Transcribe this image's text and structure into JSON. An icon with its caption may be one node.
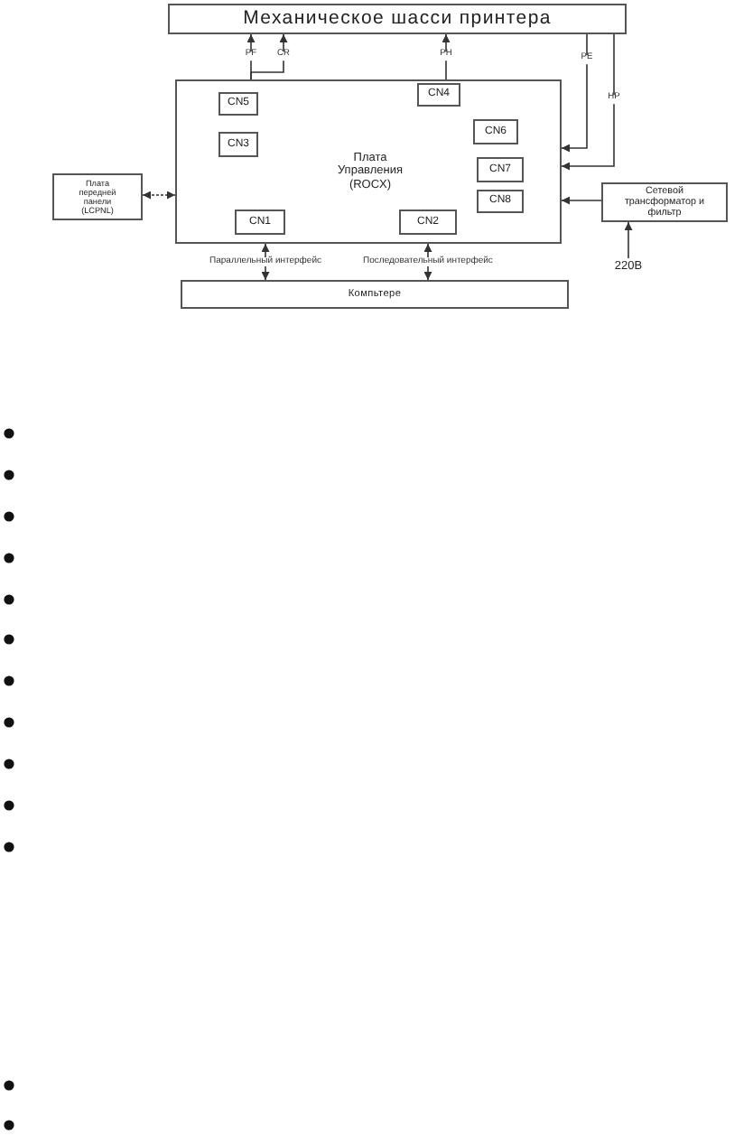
{
  "diagram": {
    "nodes": [
      {
        "text": [
          "Механическое шасси принтера"
        ]
      },
      {
        "text": [
          "Плата Управления (ROCX)"
        ]
      },
      {
        "text": [
          "CN5"
        ],
        "in": 1
      },
      {
        "text": [
          "CN4"
        ],
        "in": 1
      },
      {
        "text": [
          "CN3"
        ],
        "in": 1
      },
      {
        "text": [
          "CN6"
        ],
        "in": 1
      },
      {
        "text": [
          "CN7"
        ],
        "in": 1
      },
      {
        "text": [
          "CN8"
        ],
        "in": 1
      },
      {
        "text": [
          "CN1"
        ],
        "in": 1
      },
      {
        "text": [
          "CN2"
        ],
        "in": 1
      },
      {
        "text": [
          "Плата передней панели (LCPNL)"
        ]
      },
      {
        "text": [
          "Сетевой трансформатор и фильтр"
        ]
      },
      {
        "text": [
          "220В"
        ]
      },
      {
        "text": [
          "Компьтере"
        ]
      }
    ],
    "edges": [
      {
        "from": 1,
        "to": 0,
        "arrow": "to",
        "label": "PF"
      },
      {
        "from": 1,
        "to": 0,
        "arrow": "to",
        "label": "CR"
      },
      {
        "from": 1,
        "to": 0,
        "arrow": "to",
        "label": "PH"
      },
      {
        "from": 0,
        "to": 1,
        "arrow": "to",
        "label": "PE"
      },
      {
        "from": 0,
        "to": 1,
        "arrow": "to",
        "label": "HP"
      },
      {
        "from": 10,
        "to": 1,
        "arrow": "both",
        "style": "dashed"
      },
      {
        "from": 11,
        "to": 1,
        "arrow": "to"
      },
      {
        "from": 12,
        "to": 11,
        "arrow": "to"
      },
      {
        "from": 1,
        "to": 13,
        "arrow": "both",
        "label": "Параллельный интерфейс"
      },
      {
        "from": 1,
        "to": 13,
        "arrow": "both",
        "label": "Последовательный интерфейс"
      }
    ]
  }
}
